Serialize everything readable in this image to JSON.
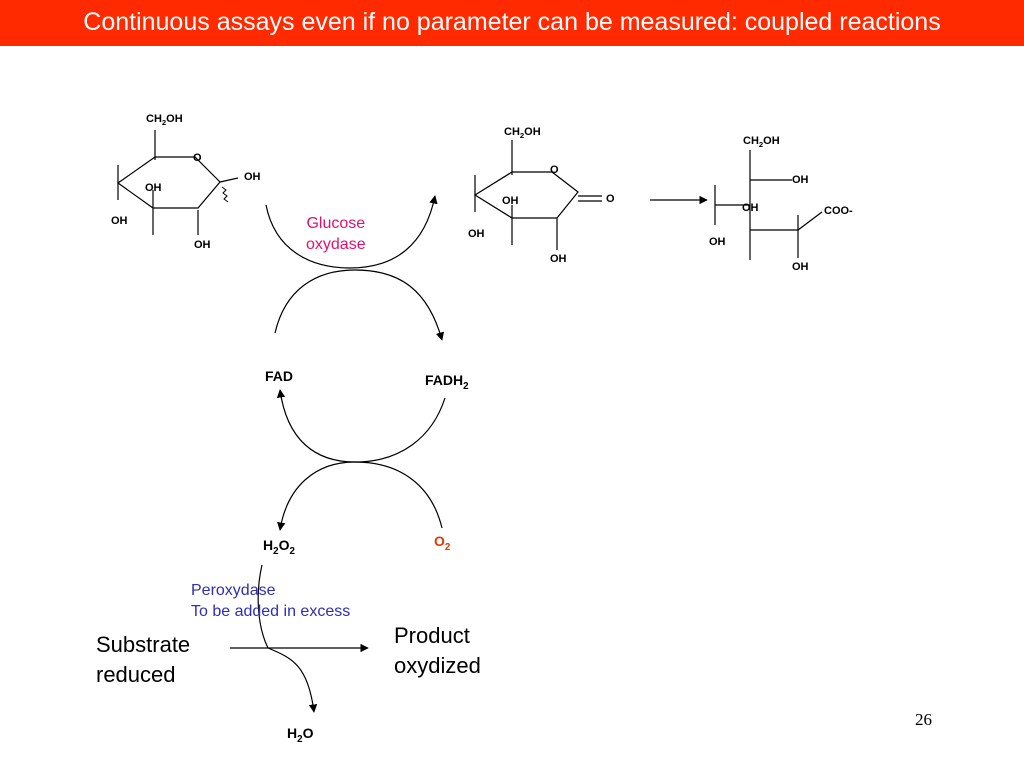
{
  "slide": {
    "title": "Continuous assays even if no parameter can be measured: coupled reactions",
    "page_number": "26"
  },
  "colors": {
    "title_bar": "#ff2a00",
    "enzyme": "#e0116f",
    "peroxidase": "#2e2eb8",
    "o2": "#e03a00"
  },
  "glucose": {
    "ch2oh": "CH",
    "ch2oh_tail": "OH",
    "ring_o": "O",
    "anomeric_oh": "OH",
    "oh_c3": "OH",
    "oh_c4": "OH",
    "oh_c2": "OH"
  },
  "lactone": {
    "ch2oh": "CH",
    "ch2oh_tail": "OH",
    "ring_o": "O",
    "carbonyl_o": "O",
    "oh_c3": "OH",
    "oh_c4": "OH",
    "oh_c2": "OH"
  },
  "gluconate": {
    "ch2oh": "CH",
    "ch2oh_tail": "OH",
    "oh_top": "OH",
    "coo": "COO-",
    "oh_c3": "OH",
    "oh_c4": "OH",
    "oh_c2": "OH"
  },
  "enzyme1": {
    "line1": "Glucose",
    "line2": "oxydase"
  },
  "cofactor": {
    "fad": "FAD",
    "fadh": "FADH",
    "fadh_sub": "2"
  },
  "oxygen": {
    "h2o2_h": "H",
    "h2o2_o": "O",
    "sub": "2",
    "o2": "O"
  },
  "enzyme2": {
    "line1": "Peroxydase",
    "line2": "To be added in excess"
  },
  "chromogen": {
    "substrate_line1": "Substrate",
    "substrate_line2": "reduced",
    "product_line1": "Product",
    "product_line2": "oxydized"
  },
  "water": {
    "h": "H",
    "sub": "2",
    "o": "O"
  }
}
